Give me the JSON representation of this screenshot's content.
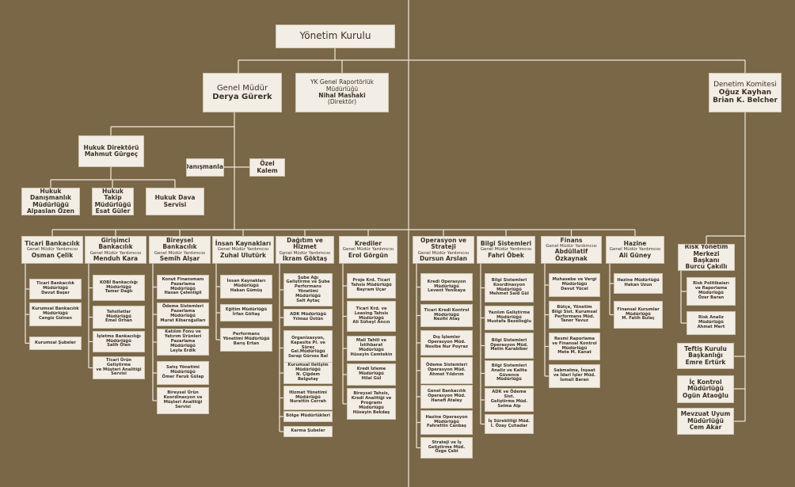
{
  "colors": {
    "background": "#7a6748",
    "box": "#f2eee6",
    "line": "#efe9dd",
    "text": "#3a3224"
  },
  "chart": {
    "board": {
      "title": "Yönetim Kurulu"
    },
    "ceo": {
      "title": "Genel Müdür",
      "name": "Derya Gürerk"
    },
    "reporting": {
      "l1": "YK Genel Raportörlük",
      "l2": "Müdürlüğü",
      "name": "Nihal Mashaki",
      "l3": "(Direktör)"
    },
    "audit": {
      "title": "Denetim Komitesi",
      "n1": "Oğuz Kayhan",
      "n2": "Brian K. Belcher"
    },
    "legal": {
      "title": "Hukuk Direktörü",
      "name": "Mahmut Gürgeç"
    },
    "advisors": {
      "title": "Danışmanlar"
    },
    "office": {
      "title": "Özel Kalem"
    },
    "legal_units": [
      {
        "t1": "Hukuk Danışmanlık",
        "t2": "Müdürlüğü",
        "name": "Alpaslan Özen"
      },
      {
        "t1": "Hukuk Takip",
        "t2": "Müdürlüğü",
        "name": "Esat Güler"
      },
      {
        "t1": "Hukuk Dava Servisi",
        "t2": "",
        "name": ""
      }
    ],
    "gmy": [
      {
        "title": "Ticari Bankacılık",
        "role": "Genel Müdür Yardımcısı",
        "name": "Osman Çelik",
        "subs": [
          [
            "Ticari Bankacılık",
            "Müdürlüğü",
            "Davut Başer"
          ],
          [
            "Kurumsal Bankacılık",
            "Müdürlüğü",
            "Cengiz Gülnen"
          ],
          [
            "Kurumsal Şubeler",
            "",
            ""
          ]
        ]
      },
      {
        "title": "Girişimci Bankacılık",
        "role": "Genel Müdür Yardımcısı",
        "name": "Menduh Kara",
        "subs": [
          [
            "KOBİ Bankacılığı",
            "Müdürlüğü",
            "Tamer Dağlı"
          ],
          [
            "Tahsilatlar",
            "Müdürlüğü",
            "Emel Orhan"
          ],
          [
            "İşletme Bankacılığı",
            "Müdürlüğü",
            "Salih Ölen"
          ],
          [
            "Ticari Ürün Geliştirme",
            "ve Müşteri Analitiği",
            "Servisi"
          ]
        ]
      },
      {
        "title": "Bireysel Bankacılık",
        "role": "Genel Müdür Yardımcısı",
        "name": "Semih Alşar",
        "subs": [
          [
            "Konut Finansmanı",
            "Pazarlama Müdürlüğü",
            "Hasan Çelenligil"
          ],
          [
            "Ödeme Sistemleri",
            "Pazarlama Müdürlüğü",
            "Murat Kibaroğulları"
          ],
          [
            "Katılım Fonu ve Yatırım Ürünleri",
            "Pazarlama Müdürlüğü",
            "Leyla Erdik"
          ],
          [
            "Satış Yönetimi",
            "Müdürlüğü",
            "Ömer Faruk Gülap"
          ],
          [
            "Bireysel Ürün",
            "Koordinasyon ve",
            "Müşteri Analitiği Servisi"
          ]
        ]
      },
      {
        "title": "İnsan Kaynakları",
        "role": "Genel Müdür Yardımcısı",
        "name": "Zuhal Ulutürk",
        "subs": [
          [
            "İnsan Kaynakları",
            "Müdürlüğü",
            "Hakan Gümüş"
          ],
          [
            "Eğitim Müdürlüğü",
            "İrfan Göltaş",
            ""
          ],
          [
            "Performans",
            "Yönetimi Müdürlüğü",
            "Barış Ertan"
          ]
        ]
      },
      {
        "title": "Dağıtım ve Hizmet",
        "role": "Genel Müdür Yardımcısı",
        "name": "İkram Göktaş",
        "subs": [
          [
            "Şube Ağı Geliştirme ve Şube Performans",
            "Yönetimi Müdürlüğü",
            "Salt Aytaç"
          ],
          [
            "ADK Müdürlüğü",
            "Yılmaz Üstün",
            ""
          ],
          [
            "Organizasyon, Kapasite Pl. ve Süreç",
            "Gel.Müdürlüğü",
            "Serap Gürses Bal"
          ],
          [
            "Kurumsal İletişim",
            "Müdürlüğü",
            "N. Çiğdem Belgutay"
          ],
          [
            "Hizmet Yönetimi",
            "Müdürlüğü",
            "Nurettin Cerrah"
          ],
          [
            "Bölge Müdürlükleri",
            "",
            ""
          ],
          [
            "Karma Şubeler",
            "",
            ""
          ]
        ]
      },
      {
        "title": "Krediler",
        "role": "Genel Müdür Yardımcısı",
        "name": "Erol Görgün",
        "subs": [
          [
            "Proje Krd. Ticari",
            "Tahsis Müdürlüğü",
            "Bayram Uçar"
          ],
          [
            "Ticari Krd. ve",
            "Leasing Tahsis Müdürlüğü",
            "Ali Süheyl Ancın"
          ],
          [
            "Mali Tahlil ve",
            "İstihbarat Müdürlüğü",
            "Hüseyin Cemtekin"
          ],
          [
            "Kredi İzleme",
            "Müdürlüğü",
            "Hilal Gül"
          ],
          [
            "Bireysel Tahsis, Kredi Analitiği ve",
            "Programı Müdürlüğü",
            "Hüseyin Bekdaş"
          ]
        ]
      },
      {
        "title": "Operasyon ve Strateji",
        "role": "Genel Müdür Yardımcısı",
        "name": "Dursun Arslan",
        "subs": [
          [
            "Kredi Operasyon",
            "Müdürlüğü",
            "Levent Yenikaya"
          ],
          [
            "Ticari Kredi Kontrol",
            "Müdürlüğü",
            "Nezihi Ataş"
          ],
          [
            "Dış İşlemler",
            "Operasyon Müd.",
            "Nesibe Nur Poyraz"
          ],
          [
            "Ödeme Sistemleri",
            "Operasyon Müd.",
            "Ahmet Yıldırım"
          ],
          [
            "Genel Bankacılık",
            "Operasyon Müd.",
            "Hanefi Ataley"
          ],
          [
            "Hazine Operasyon",
            "Müdürlüğü",
            "Fahrettin Canbaş"
          ],
          [
            "Strateji ve İş",
            "Geliştirme Müd.",
            "Özge Çebi"
          ]
        ]
      },
      {
        "title": "Bilgi Sistemleri",
        "role": "Genel Müdür Yardımcısı",
        "name": "Fahri Öbek",
        "subs": [
          [
            "Bilgi Sistemleri Koordinasyon",
            "Müdürlüğü",
            "Mehmet Said Gül"
          ],
          [
            "Yazılım Geliştirme",
            "Müdürlüğü",
            "Mustafa Bezelioğlu"
          ],
          [
            "Bilgi Sistemleri",
            "Operasyon Müd.",
            "Metin Karabiber"
          ],
          [
            "Bilgi Sistemleri Analiz ve Kalite",
            "Güvence Müdürlüğü",
            ""
          ],
          [
            "ADK ve Ödeme Sist.",
            "Geliştirme Müd.",
            "Selma Alp"
          ],
          [
            "İş Sürekliliği Müd.",
            "İ. Özay Çuhadar",
            ""
          ]
        ]
      },
      {
        "title": "Finans",
        "role": "Genel Müdür Yardımcısı",
        "name": "Abdüllatif Özkaynak",
        "subs": [
          [
            "Muhasebe ve Vergi",
            "Müdürlüğü",
            "Davut Yücel"
          ],
          [
            "Bütçe, Yönetim Bilgi Sist. Kurumsal",
            "Performans Müd.",
            "Taner Yavuz"
          ],
          [
            "Resmi Raporlama ve Finansal Kontrol",
            "Müdürlüğü",
            "Mete M. Kanat"
          ],
          [
            "Sabmalma, İnşaat ve İdari İşler Müd.",
            "İsmail Baran",
            ""
          ]
        ]
      },
      {
        "title": "Hazine",
        "role": "Genel Müdür Yardımcısı",
        "name": "Ali Güney",
        "subs": [
          [
            "Hazine Müdürlüğü",
            "Hakan Uzun",
            ""
          ],
          [
            "Finansal Kurumlar",
            "Müdürlüğü",
            "M. Fatih Bulaç"
          ]
        ]
      }
    ],
    "risk": {
      "t1": "Risk Yönetim",
      "t2": "Merkezi Başkanı",
      "name": "Burcu Çakıllı",
      "subs": [
        [
          "Risk Politikaları",
          "ve Raporlama Müdürlüğü",
          "Özer Baran"
        ],
        [
          "Risk Analiz",
          "Müdürlüğü",
          "Ahmet Mert"
        ]
      ]
    },
    "audit_units": [
      {
        "t1": "Teftiş Kurulu",
        "t2": "Başkanlığı",
        "name": "Emre Ertürk"
      },
      {
        "t1": "İç Kontrol",
        "t2": "Müdürlüğü",
        "name": "Ogün Ataoğlu"
      },
      {
        "t1": "Mevzuat Uyum",
        "t2": "Müdürlüğü",
        "name": "Cem Akar"
      }
    ]
  }
}
